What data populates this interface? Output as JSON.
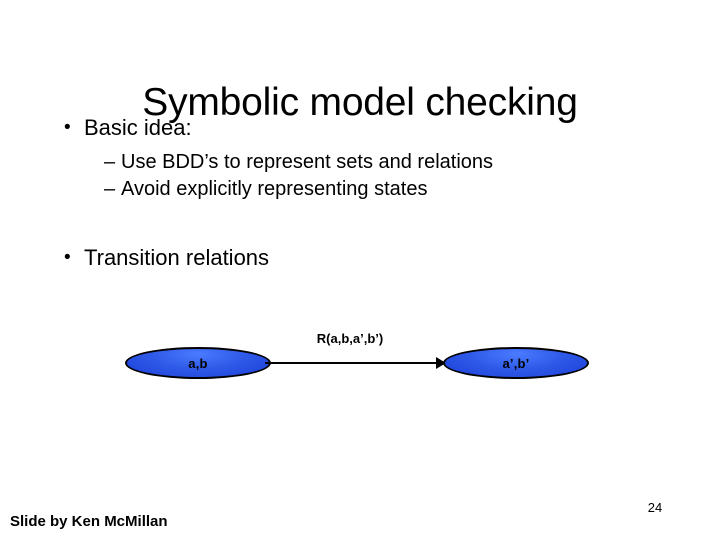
{
  "slide": {
    "title": "Symbolic model checking",
    "number": "24",
    "credit": "Slide by Ken McMillan",
    "background_color": "#ffffff",
    "text_color": "#000000"
  },
  "body": {
    "bullets": [
      {
        "marker": "•",
        "level": 1,
        "text": "Basic idea:"
      },
      {
        "marker": "–",
        "level": 2,
        "text": "Use BDD’s to represent sets and relations"
      },
      {
        "marker": "–",
        "level": 2,
        "text": "Avoid explicitly representing states"
      },
      {
        "marker": "•",
        "level": 1,
        "text": "Transition relations"
      }
    ]
  },
  "diagram": {
    "type": "transition-relation",
    "node_fill_color": "#2f5ae8",
    "node_border_color": "#000000",
    "edge_color": "#000000",
    "nodes": [
      {
        "id": "source",
        "label": "a,b"
      },
      {
        "id": "target",
        "label": "a’,b’"
      }
    ],
    "edge": {
      "label": "R(a,b,a’,b’)",
      "from": "source",
      "to": "target",
      "arrowhead": "right"
    }
  }
}
